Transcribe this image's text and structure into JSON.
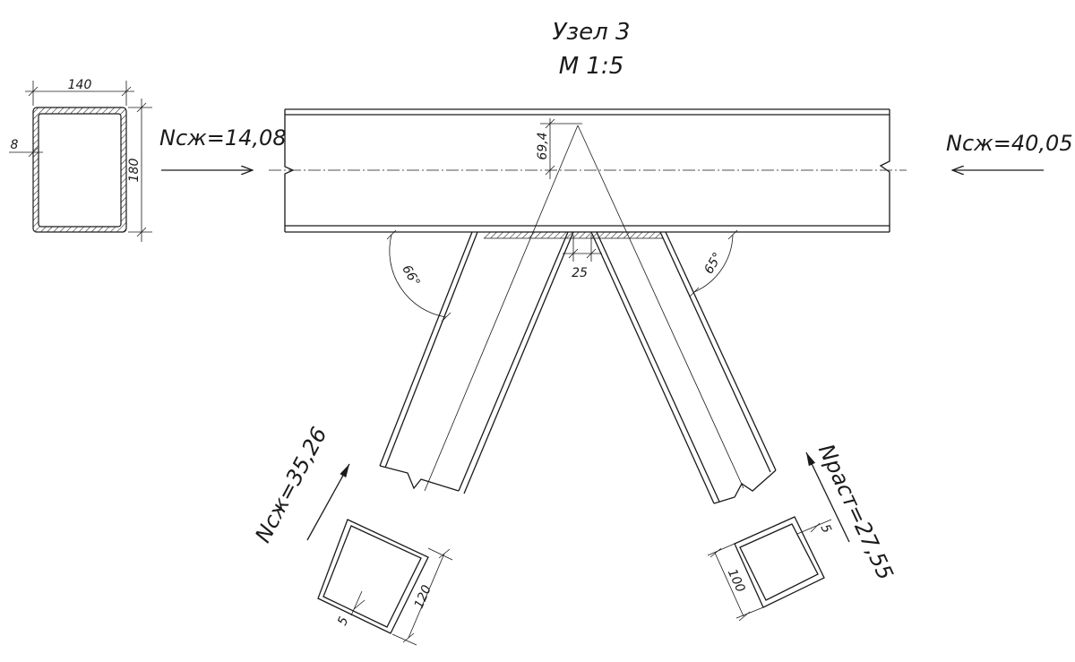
{
  "title": "Узел 3",
  "scale": "М 1:5",
  "chord_section": {
    "width": "140",
    "height": "180",
    "wall": "8"
  },
  "forces": {
    "chord_left": "Nсж=14,08",
    "chord_right": "Nсж=40,05",
    "brace_left": "Nсж=35,26",
    "brace_right": "Nраст=27,55"
  },
  "dimensions": {
    "eccentricity": "69,4",
    "gap": "25",
    "angle_left": "66°",
    "angle_right": "65°"
  },
  "brace_left_section": {
    "size": "120",
    "wall": "5"
  },
  "brace_right_section": {
    "size": "100",
    "wall": "5"
  }
}
